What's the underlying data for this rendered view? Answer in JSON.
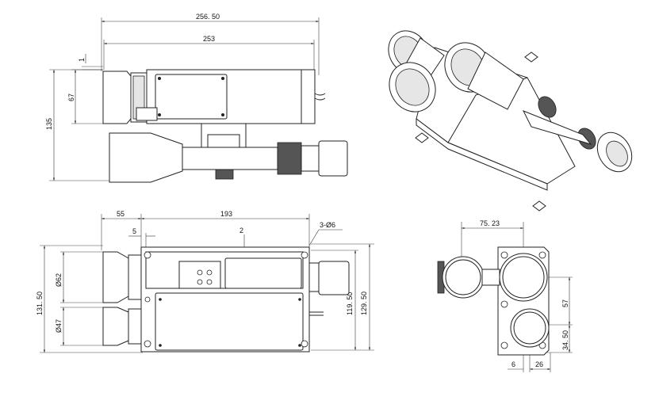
{
  "views": {
    "side": {
      "dims": {
        "overall_length": "256. 50",
        "housing_length": "253",
        "height": "135",
        "lens_height": "67",
        "offset": "1"
      }
    },
    "top": {
      "dims": {
        "lens_offset": "55",
        "body_length": "193",
        "gap": "5",
        "wall": "2",
        "holes": "3-Ø6",
        "height_total": "131. 50",
        "upper_lens_dia": "Ø62",
        "lower_lens_dia": "Ø47",
        "inner_height": "119. 50",
        "outer_height": "129. 50"
      }
    },
    "front": {
      "dims": {
        "width": "75. 23",
        "upper_spacing": "57",
        "lower_spacing": "34. 50",
        "left_offset": "6",
        "right_offset": "26"
      }
    }
  }
}
